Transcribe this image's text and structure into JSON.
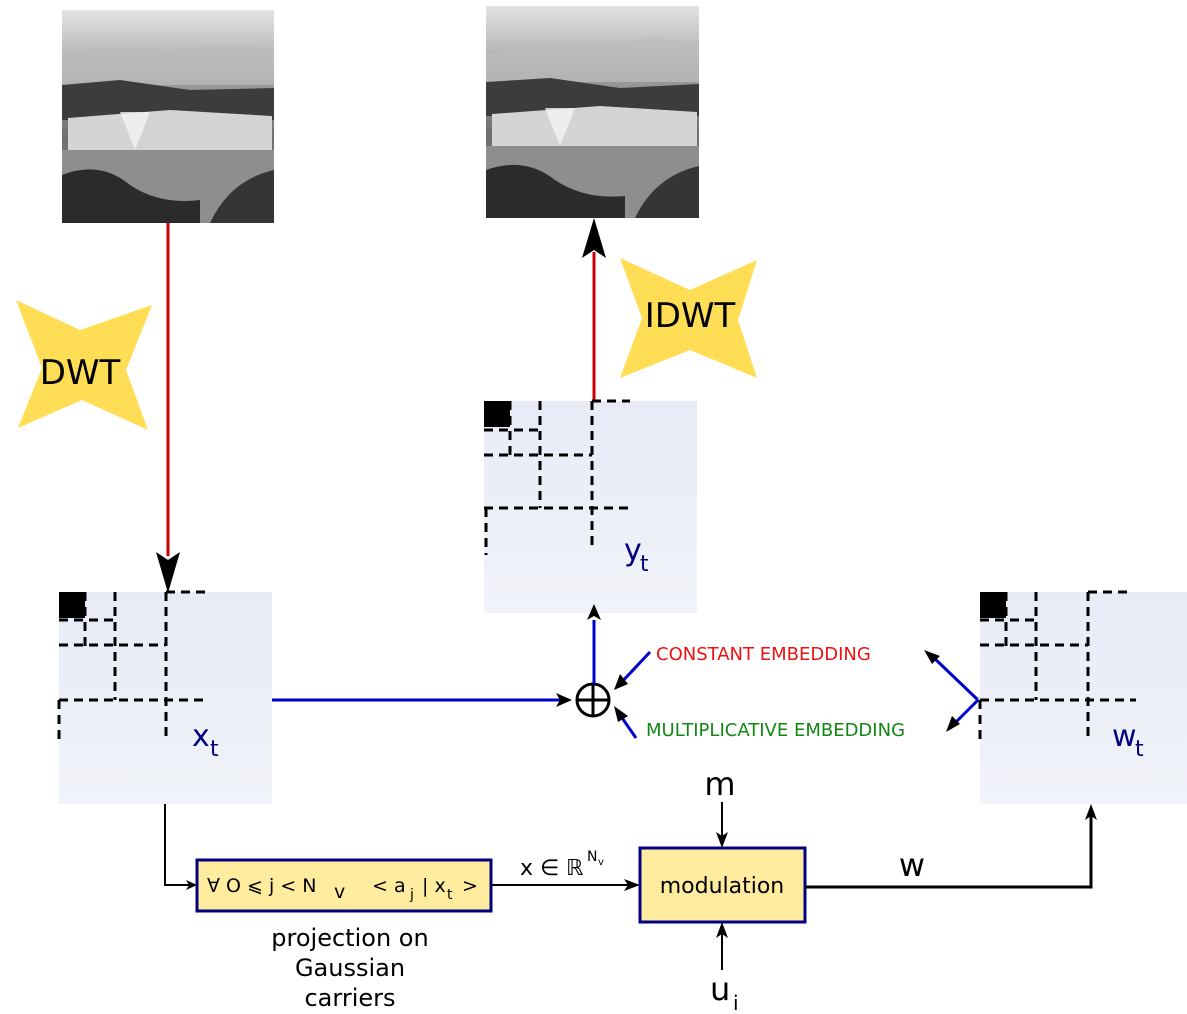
{
  "labels": {
    "dwt": "DWT",
    "idwt": "IDWT",
    "x_t_base": "x",
    "y_t_base": "y",
    "w_t_base": "w",
    "t_sub": "t",
    "constant_embedding": "CONSTANT EMBEDDING",
    "multiplicative_embedding": "MULTIPLICATIVE EMBEDDING",
    "m": "m",
    "u_base": "u",
    "u_sub": "i",
    "w": "w",
    "modulation": "modulation",
    "projection_formula_forall": "∀ O ⩽ j < N",
    "projection_formula_v": "v",
    "projection_formula_lt": "< a",
    "projection_formula_j": "j",
    "projection_formula_bar": "| x",
    "projection_formula_t": "t",
    "projection_formula_gt": ">",
    "x_in_r": "x ∈ ℝ",
    "x_in_r_sup": "N",
    "x_in_r_supsub": "v",
    "projection_caption_1": "projection on",
    "projection_caption_2": "Gaussian",
    "projection_caption_3": "carriers"
  },
  "colors": {
    "red_arrow": "#cc0000",
    "blue_arrow": "#0000cc",
    "constant_text": "#ee1111",
    "multiplicative_text": "#118811",
    "subband_label": "#000080",
    "box_fill": "#ffec9f",
    "box_stroke": "#000080",
    "star_fill": "#ffdd55",
    "panel_bg": "#eef0f8"
  }
}
